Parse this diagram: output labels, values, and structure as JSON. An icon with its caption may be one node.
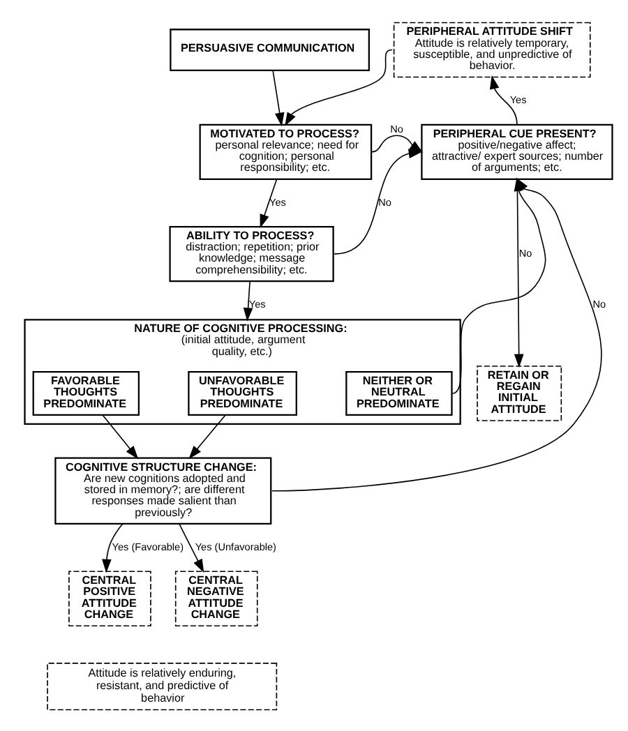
{
  "diagram": {
    "nodes": [
      {
        "text": [
          "PERSUASIVE COMMUNICATION"
        ]
      },
      {
        "text": [
          "PERIPHERAL ATTITUDE SHIFT",
          "Attitude is relatively temporary, susceptible, and unpredictive of behavior."
        ]
      },
      {
        "text": [
          "MOTIVATED TO PROCESS?",
          "personal relevance; need for cognition; personal responsibility; etc."
        ]
      },
      {
        "text": [
          "PERIPHERAL CUE PRESENT?",
          "positive/negative affect; attractive/ expert sources; number of arguments; etc."
        ]
      },
      {
        "text": [
          "ABILITY TO PROCESS?",
          "distraction; repetition; prior knowledge; message comprehensibility; etc."
        ]
      },
      {
        "text": [
          "NATURE OF COGNITIVE PROCESSING:",
          "(initial attitude, argument quality, etc.)"
        ]
      },
      {
        "text": [
          "FAVORABLE THOUGHTS PREDOMINATE"
        ],
        "in": 5
      },
      {
        "text": [
          "UNFAVORABLE THOUGHTS PREDOMINATE"
        ],
        "in": 5
      },
      {
        "text": [
          "NEITHER OR NEUTRAL PREDOMINATE"
        ],
        "in": 5
      },
      {
        "text": [
          "RETAIN OR REGAIN INITIAL ATTITUDE"
        ]
      },
      {
        "text": [
          "COGNITIVE STRUCTURE CHANGE:",
          "Are new cognitions adopted and stored in memory?; are different responses made salient than previously?"
        ]
      },
      {
        "text": [
          "CENTRAL POSITIVE ATTITUDE CHANGE"
        ]
      },
      {
        "text": [
          "CENTRAL NEGATIVE ATTITUDE CHANGE"
        ]
      },
      {
        "text": [
          "Attitude is relatively enduring, resistant, and predictive of behavior"
        ]
      }
    ],
    "edges": [
      {
        "from": 0,
        "to": 2,
        "arrow": "to"
      },
      {
        "from": 1,
        "to": 2,
        "arrow": "to"
      },
      {
        "from": 2,
        "to": 4,
        "arrow": "to",
        "label": "Yes"
      },
      {
        "from": 2,
        "to": 3,
        "arrow": "to",
        "label": "No"
      },
      {
        "from": 4,
        "to": 3,
        "arrow": "to",
        "label": "No"
      },
      {
        "from": 4,
        "to": 5,
        "arrow": "to",
        "label": "Yes"
      },
      {
        "from": 3,
        "to": 1,
        "arrow": "to",
        "label": "Yes"
      },
      {
        "from": 3,
        "to": 9,
        "arrow": "to",
        "label": "No"
      },
      {
        "from": 6,
        "to": 10,
        "arrow": "to"
      },
      {
        "from": 7,
        "to": 10,
        "arrow": "to"
      },
      {
        "from": 8,
        "to": 3,
        "arrow": "to"
      },
      {
        "from": 10,
        "to": 3,
        "arrow": "to",
        "label": "No"
      },
      {
        "from": 10,
        "to": 11,
        "arrow": "to",
        "label": "Yes (Favorable)"
      },
      {
        "from": 10,
        "to": 12,
        "arrow": "to",
        "label": "Yes (Unfavorable)"
      }
    ]
  }
}
